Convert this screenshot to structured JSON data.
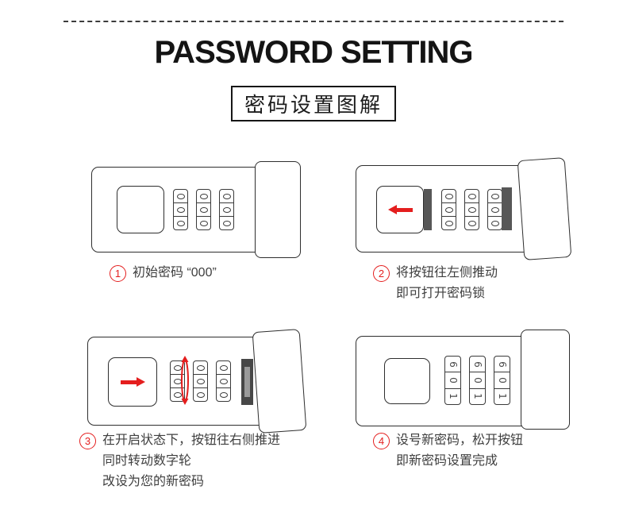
{
  "page": {
    "background": "#ffffff",
    "accent_red": "#e41e1e",
    "line_color": "#2e2e2e",
    "text_color": "#3f3f3f"
  },
  "header": {
    "title": "PASSWORD SETTING",
    "subtitle": "密码设置图解"
  },
  "steps": [
    {
      "number": "1",
      "lines": [
        "初始密码 “000”"
      ],
      "lock": {
        "state": "closed",
        "arrow": "none",
        "wheels": [
          [
            "0",
            "0",
            "0"
          ],
          [
            "0",
            "0",
            "0"
          ],
          [
            "0",
            "0",
            "0"
          ]
        ]
      }
    },
    {
      "number": "2",
      "lines": [
        "将按钮往左侧推动",
        "即可打开密码锁"
      ],
      "lock": {
        "state": "open",
        "arrow": "left",
        "wheels": [
          [
            "0",
            "0",
            "0"
          ],
          [
            "0",
            "0",
            "0"
          ],
          [
            "0",
            "0",
            "0"
          ]
        ]
      }
    },
    {
      "number": "3",
      "lines": [
        "在开启状态下，按钮往右侧推进",
        "同时转动数字轮",
        "改设为您的新密码"
      ],
      "lock": {
        "state": "open",
        "arrow": "right",
        "rotate_hint": true,
        "wheels": [
          [
            "0",
            "0",
            "0"
          ],
          [
            "0",
            "0",
            "0"
          ],
          [
            "0",
            "0",
            "0"
          ]
        ]
      }
    },
    {
      "number": "4",
      "lines": [
        "设号新密码，松开按钮",
        "即新密码设置完成"
      ],
      "lock": {
        "state": "closed",
        "arrow": "none",
        "wheels": [
          [
            "6",
            "0",
            "1"
          ],
          [
            "6",
            "0",
            "1"
          ],
          [
            "6",
            "0",
            "1"
          ]
        ]
      }
    }
  ]
}
